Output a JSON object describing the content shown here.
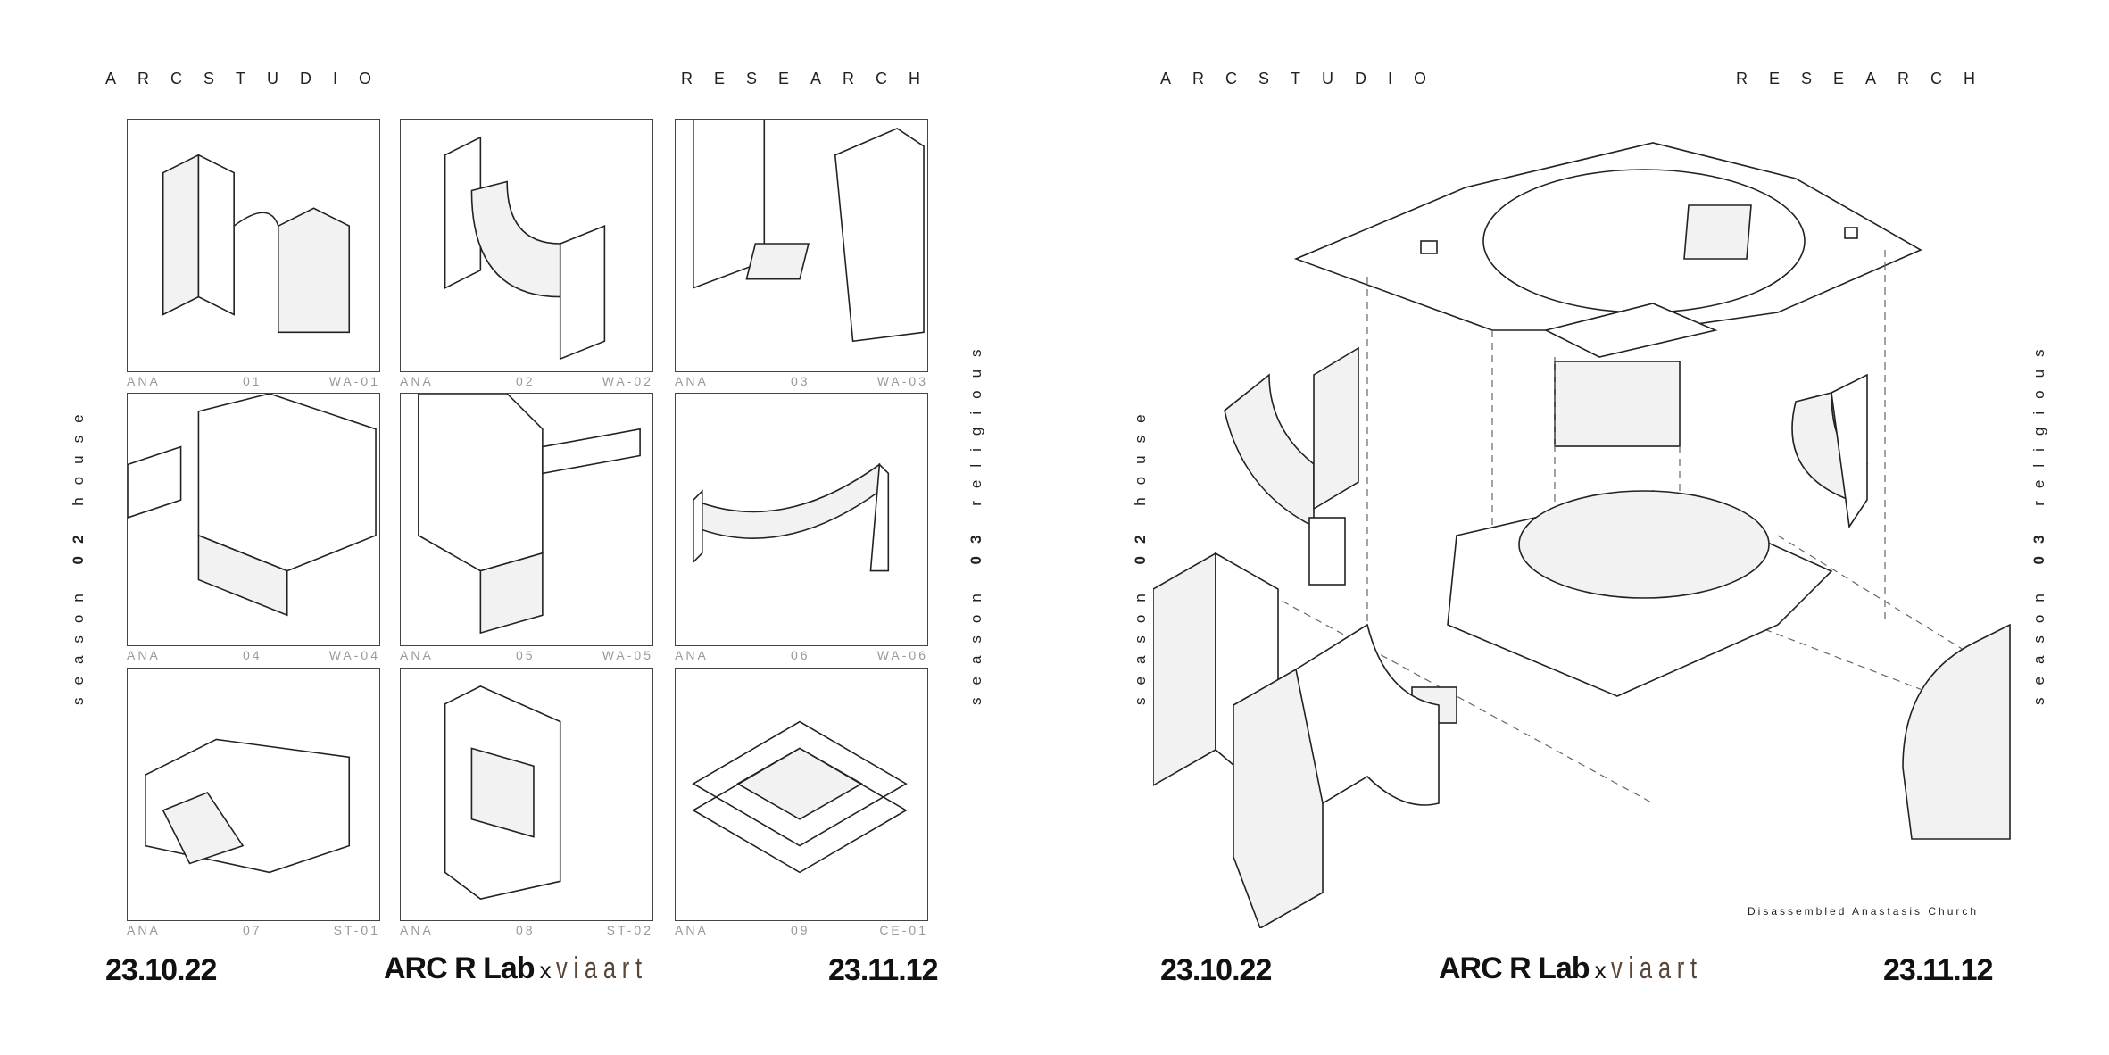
{
  "pages": [
    {
      "header_left": "ARCSTUDIO",
      "header_right": "RESEARCH",
      "side_left": {
        "pre": "season",
        "num": "02",
        "post": "house"
      },
      "side_right": {
        "pre": "season",
        "num": "03",
        "post": "religious"
      },
      "tiles": [
        {
          "prefix": "ANA",
          "num": "01",
          "code": "WA-01"
        },
        {
          "prefix": "ANA",
          "num": "02",
          "code": "WA-02"
        },
        {
          "prefix": "ANA",
          "num": "03",
          "code": "WA-03"
        },
        {
          "prefix": "ANA",
          "num": "04",
          "code": "WA-04"
        },
        {
          "prefix": "ANA",
          "num": "05",
          "code": "WA-05"
        },
        {
          "prefix": "ANA",
          "num": "06",
          "code": "WA-06"
        },
        {
          "prefix": "ANA",
          "num": "07",
          "code": "ST-01"
        },
        {
          "prefix": "ANA",
          "num": "08",
          "code": "ST-02"
        },
        {
          "prefix": "ANA",
          "num": "09",
          "code": "CE-01"
        }
      ],
      "footer": {
        "date_start": "23.10.22",
        "brand": "ARC R Lab",
        "x": "x",
        "partner": "viaart",
        "date_end": "23.11.12"
      }
    },
    {
      "header_left": "ARCSTUDIO",
      "header_right": "RESEARCH",
      "side_left": {
        "pre": "season",
        "num": "02",
        "post": "house"
      },
      "side_right": {
        "pre": "season",
        "num": "03",
        "post": "religious"
      },
      "caption": "Disassembled Anastasis Church",
      "footer": {
        "date_start": "23.10.22",
        "brand": "ARC R Lab",
        "x": "x",
        "partner": "viaart",
        "date_end": "23.11.12"
      }
    }
  ]
}
